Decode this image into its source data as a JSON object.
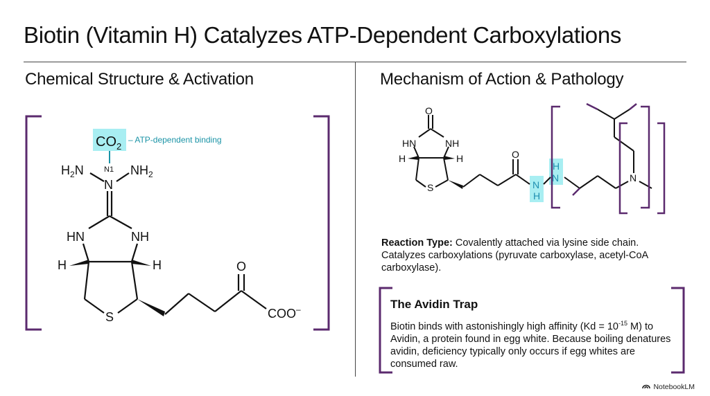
{
  "title": "Biotin (Vitamin H) Catalyzes ATP-Dependent Carboxylations",
  "left_panel": {
    "heading": "Chemical Structure & Activation",
    "labels": {
      "co2": "CO",
      "co2_sub": "2",
      "binding_annotation": "– ATP-dependent binding",
      "n1": "N1",
      "h2n_left": "H",
      "h2n_left_sub": "2",
      "h2n_left_n": "N",
      "nh2_right_n": "NH",
      "nh2_right_sub": "2",
      "n_center": "N",
      "hn_left": "HN",
      "nh_right": "NH",
      "h_left": "H",
      "h_right": "H",
      "s": "S",
      "o": "O",
      "coo": "COO",
      "coo_charge": "–"
    }
  },
  "right_panel": {
    "heading": "Mechanism of Action & Pathology",
    "labels": {
      "o_top": "O",
      "hn": "HN",
      "nh": "NH",
      "h_left": "H",
      "h_right": "H",
      "s": "S",
      "o_amide": "O",
      "amide_n": "N",
      "amide_h": "H",
      "lys_n": "N",
      "lys_h": "H",
      "n_tertiary": "N"
    },
    "reaction": {
      "label": "Reaction Type:",
      "text": " Covalently attached via lysine side chain. Catalyzes carboxylations (pyruvate carboxylase, acetyl-CoA carboxylase)."
    },
    "avidin": {
      "title": "The Avidin Trap",
      "body_before": "Biotin binds with astonishingly high affinity (Kd = 10",
      "exponent": "-15",
      "body_after": " M) to Avidin, a protein found in egg white. Because boiling denatures avidin, deficiency typically only occurs if egg whites are consumed raw."
    }
  },
  "colors": {
    "bracket": "#5b2a6e",
    "highlight": "#a8eef2",
    "teal_text": "#1a93a6",
    "blue_text": "#1f8fb0"
  },
  "branding": "NotebookLM"
}
